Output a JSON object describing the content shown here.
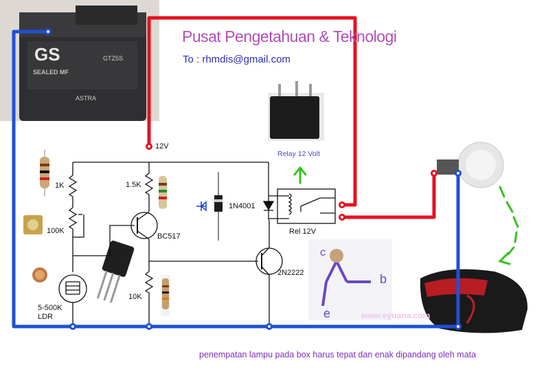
{
  "header": {
    "title": "Pusat Pengetahuan & Teknologi",
    "email": "To : rhmdis@gmail.com"
  },
  "battery": {
    "brand": "GS",
    "model": "GTZ5S",
    "type": "SEALED MF",
    "maker": "ASTRA"
  },
  "labels": {
    "v12": "12V",
    "r1": "1K",
    "r2": "1.5K",
    "pot": "100K",
    "ldr_value": "5-500K",
    "ldr": "LDR",
    "r3": "10K",
    "q1": "BC517",
    "q2": "2N2222",
    "diode": "1N4001",
    "relay": "Rel 12V",
    "relay_photo": "Relay 12 Volt"
  },
  "pin_sketch": {
    "c": "c",
    "b": "b",
    "e": "e"
  },
  "watermark": "www.eyuana.com",
  "caption": "penempatan lampu pada box harus tepat dan enak dipandang oleh mata",
  "colors": {
    "positive_wire": "#e8101f",
    "negative_wire": "#1f50d6",
    "title": "#b04fb8",
    "arrow": "#35c21c"
  }
}
